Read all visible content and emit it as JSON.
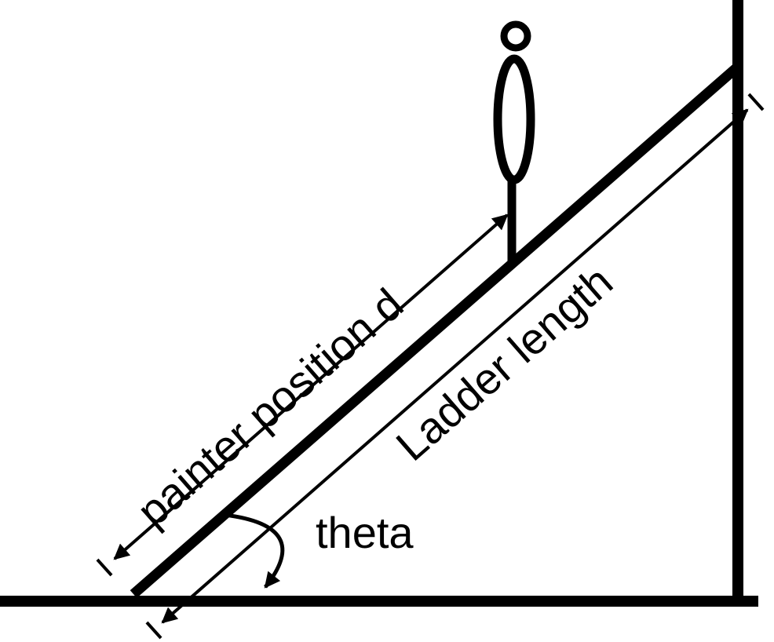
{
  "diagram": {
    "labels": {
      "painter_position": "painter position d",
      "ladder_length": "Ladder length",
      "theta": "theta"
    }
  },
  "colors": {
    "ink": "#000000",
    "background": "#ffffff"
  }
}
